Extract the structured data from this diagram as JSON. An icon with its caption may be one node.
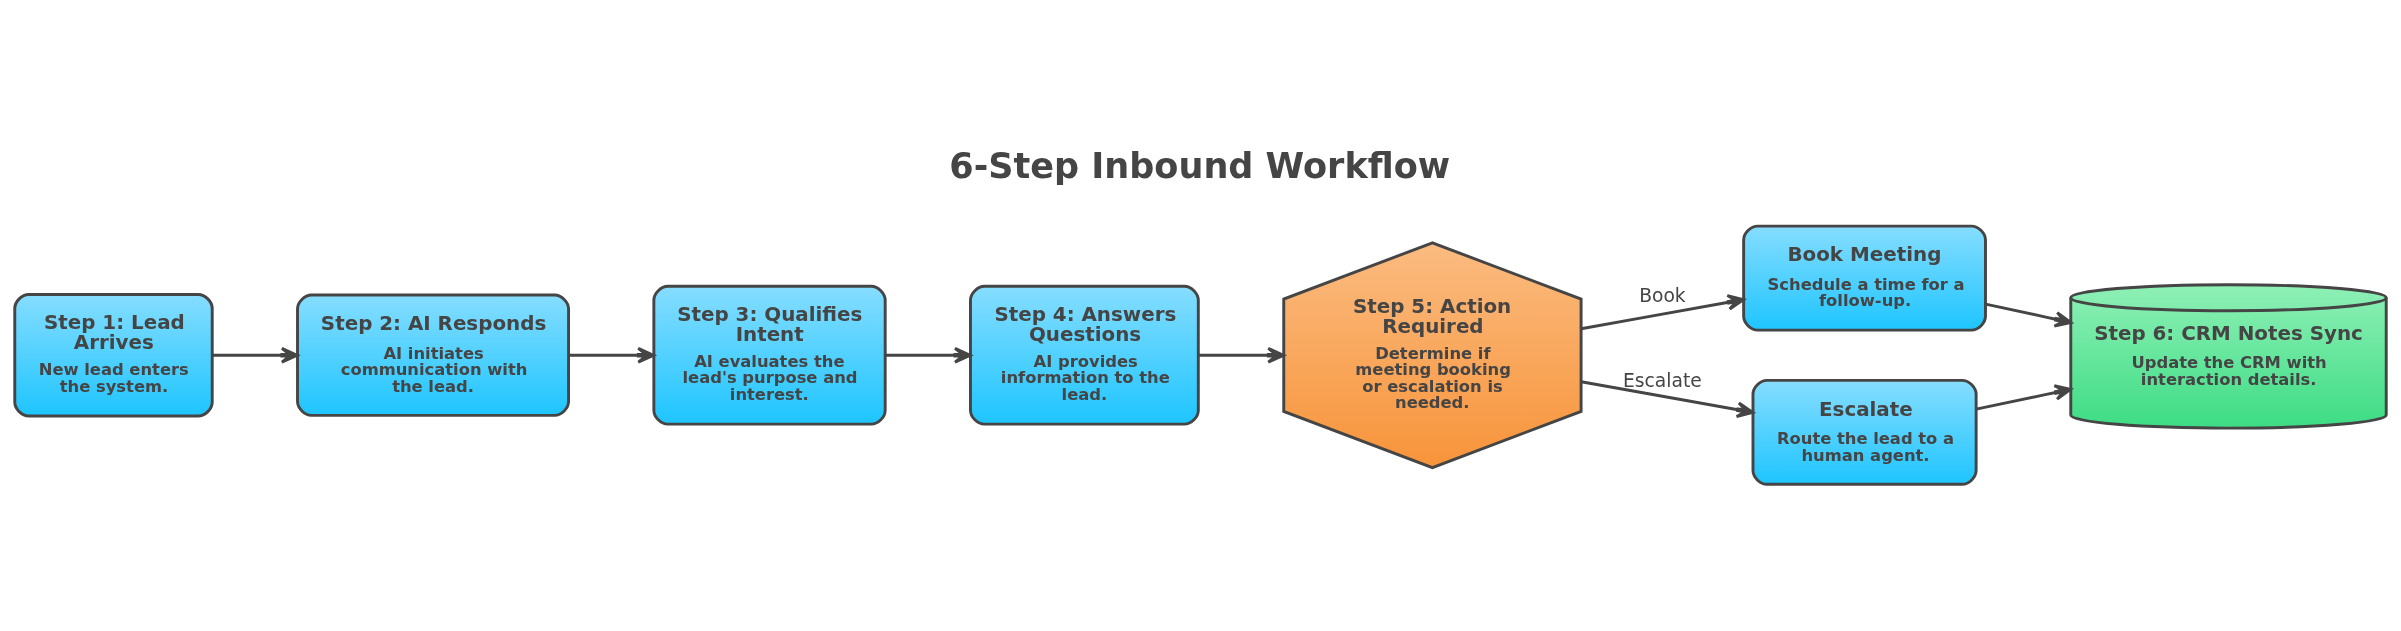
{
  "diagram": {
    "title": "6-Step Inbound Workflow",
    "nodes": [
      {
        "text": [
          "Step 1: Lead Arrives",
          "New lead enters the system."
        ]
      },
      {
        "text": [
          "Step 2: AI Responds",
          "AI initiates communication with the lead."
        ]
      },
      {
        "text": [
          "Step 3: Qualifies Intent",
          "AI evaluates the lead's purpose and interest."
        ]
      },
      {
        "text": [
          "Step 4: Answers Questions",
          "AI provides information to the lead."
        ]
      },
      {
        "text": [
          "Step 5: Action Required",
          "Determine if meeting booking or escalation is needed."
        ]
      },
      {
        "text": [
          "Book Meeting",
          "Schedule a time for a follow-up."
        ]
      },
      {
        "text": [
          "Escalate",
          "Route the lead to a human agent."
        ]
      },
      {
        "text": [
          "Step 6: CRM Notes Sync",
          "Update the CRM with interaction details."
        ]
      }
    ],
    "edges": [
      {
        "from": 0,
        "to": 1,
        "arrow": "to"
      },
      {
        "from": 1,
        "to": 2,
        "arrow": "to"
      },
      {
        "from": 2,
        "to": 3,
        "arrow": "to"
      },
      {
        "from": 3,
        "to": 4,
        "arrow": "to"
      },
      {
        "from": 4,
        "to": 5,
        "arrow": "to",
        "label": "Book"
      },
      {
        "from": 4,
        "to": 6,
        "arrow": "to",
        "label": "Escalate"
      },
      {
        "from": 5,
        "to": 7,
        "arrow": "to"
      },
      {
        "from": 6,
        "to": 7,
        "arrow": "to"
      }
    ]
  }
}
